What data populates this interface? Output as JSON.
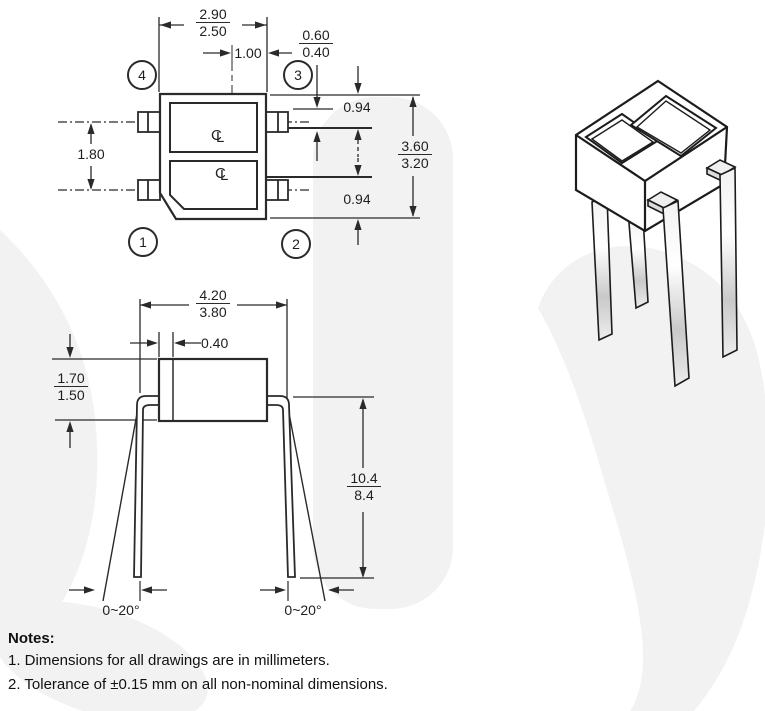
{
  "drawing": {
    "colors": {
      "line": "#2a2a2a",
      "watermark": "#f2f2f2",
      "background": "#ffffff"
    },
    "top_view": {
      "balloons": [
        {
          "label": "4"
        },
        {
          "label": "3"
        },
        {
          "label": "1"
        },
        {
          "label": "2"
        }
      ],
      "dimensions": {
        "width": {
          "max": "2.90",
          "min": "2.50"
        },
        "window_center_offset": "1.00",
        "lead_width": {
          "max": "0.60",
          "min": "0.40"
        },
        "top_edge_to_center": "0.94",
        "bottom_edge_to_center": "0.94",
        "height": {
          "max": "3.60",
          "min": "3.20"
        },
        "lead_pitch": "1.80"
      },
      "centerline_mark": {
        "c": "C",
        "l": "L"
      }
    },
    "side_view": {
      "dimensions": {
        "lead_span": {
          "max": "4.20",
          "min": "3.80"
        },
        "lead_thickness": "0.40",
        "body_height": {
          "max": "1.70",
          "min": "1.50"
        },
        "lead_length": {
          "max": "10.4",
          "min": "8.4"
        },
        "lead_angle_left": "0~20°",
        "lead_angle_right": "0~20°"
      }
    },
    "notes": {
      "heading": "Notes:",
      "items": [
        "1. Dimensions for all drawings are in millimeters.",
        "2. Tolerance of ±0.15 mm on all non-nominal dimensions."
      ]
    }
  }
}
